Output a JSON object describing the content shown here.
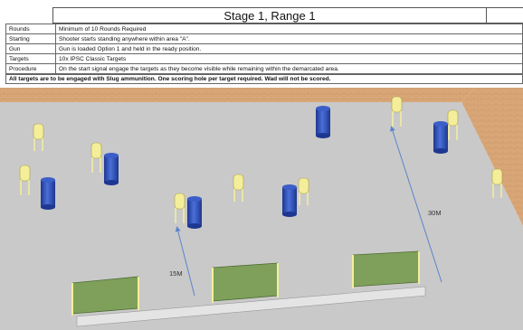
{
  "title": "Stage 1, Range 1",
  "rows": [
    {
      "label": "Rounds",
      "value": "Minimum of 10 Rounds Required"
    },
    {
      "label": "Starting",
      "value": "Shooter starts standing anywhere within area \"A\"."
    },
    {
      "label": "Gun",
      "value": "Gun is loaded Option 1 and held in the ready position."
    },
    {
      "label": "Targets",
      "value": "10x IPSC Classic Targets"
    },
    {
      "label": "Procedure",
      "value": "On the start signal engage the targets as they become visible while remaining within the demarcated area."
    }
  ],
  "notice": "All targets are to be engaged with Slug ammunition. One scoring hole per target required. Wad will not be scored.",
  "distances": {
    "near": "15M",
    "far": "30M"
  },
  "colors": {
    "wall": "#d9a777",
    "floor": "#c9c9c9",
    "barrel": "#2f4fb8",
    "target": "#f4ee9a",
    "panel": "#7ea05a"
  }
}
